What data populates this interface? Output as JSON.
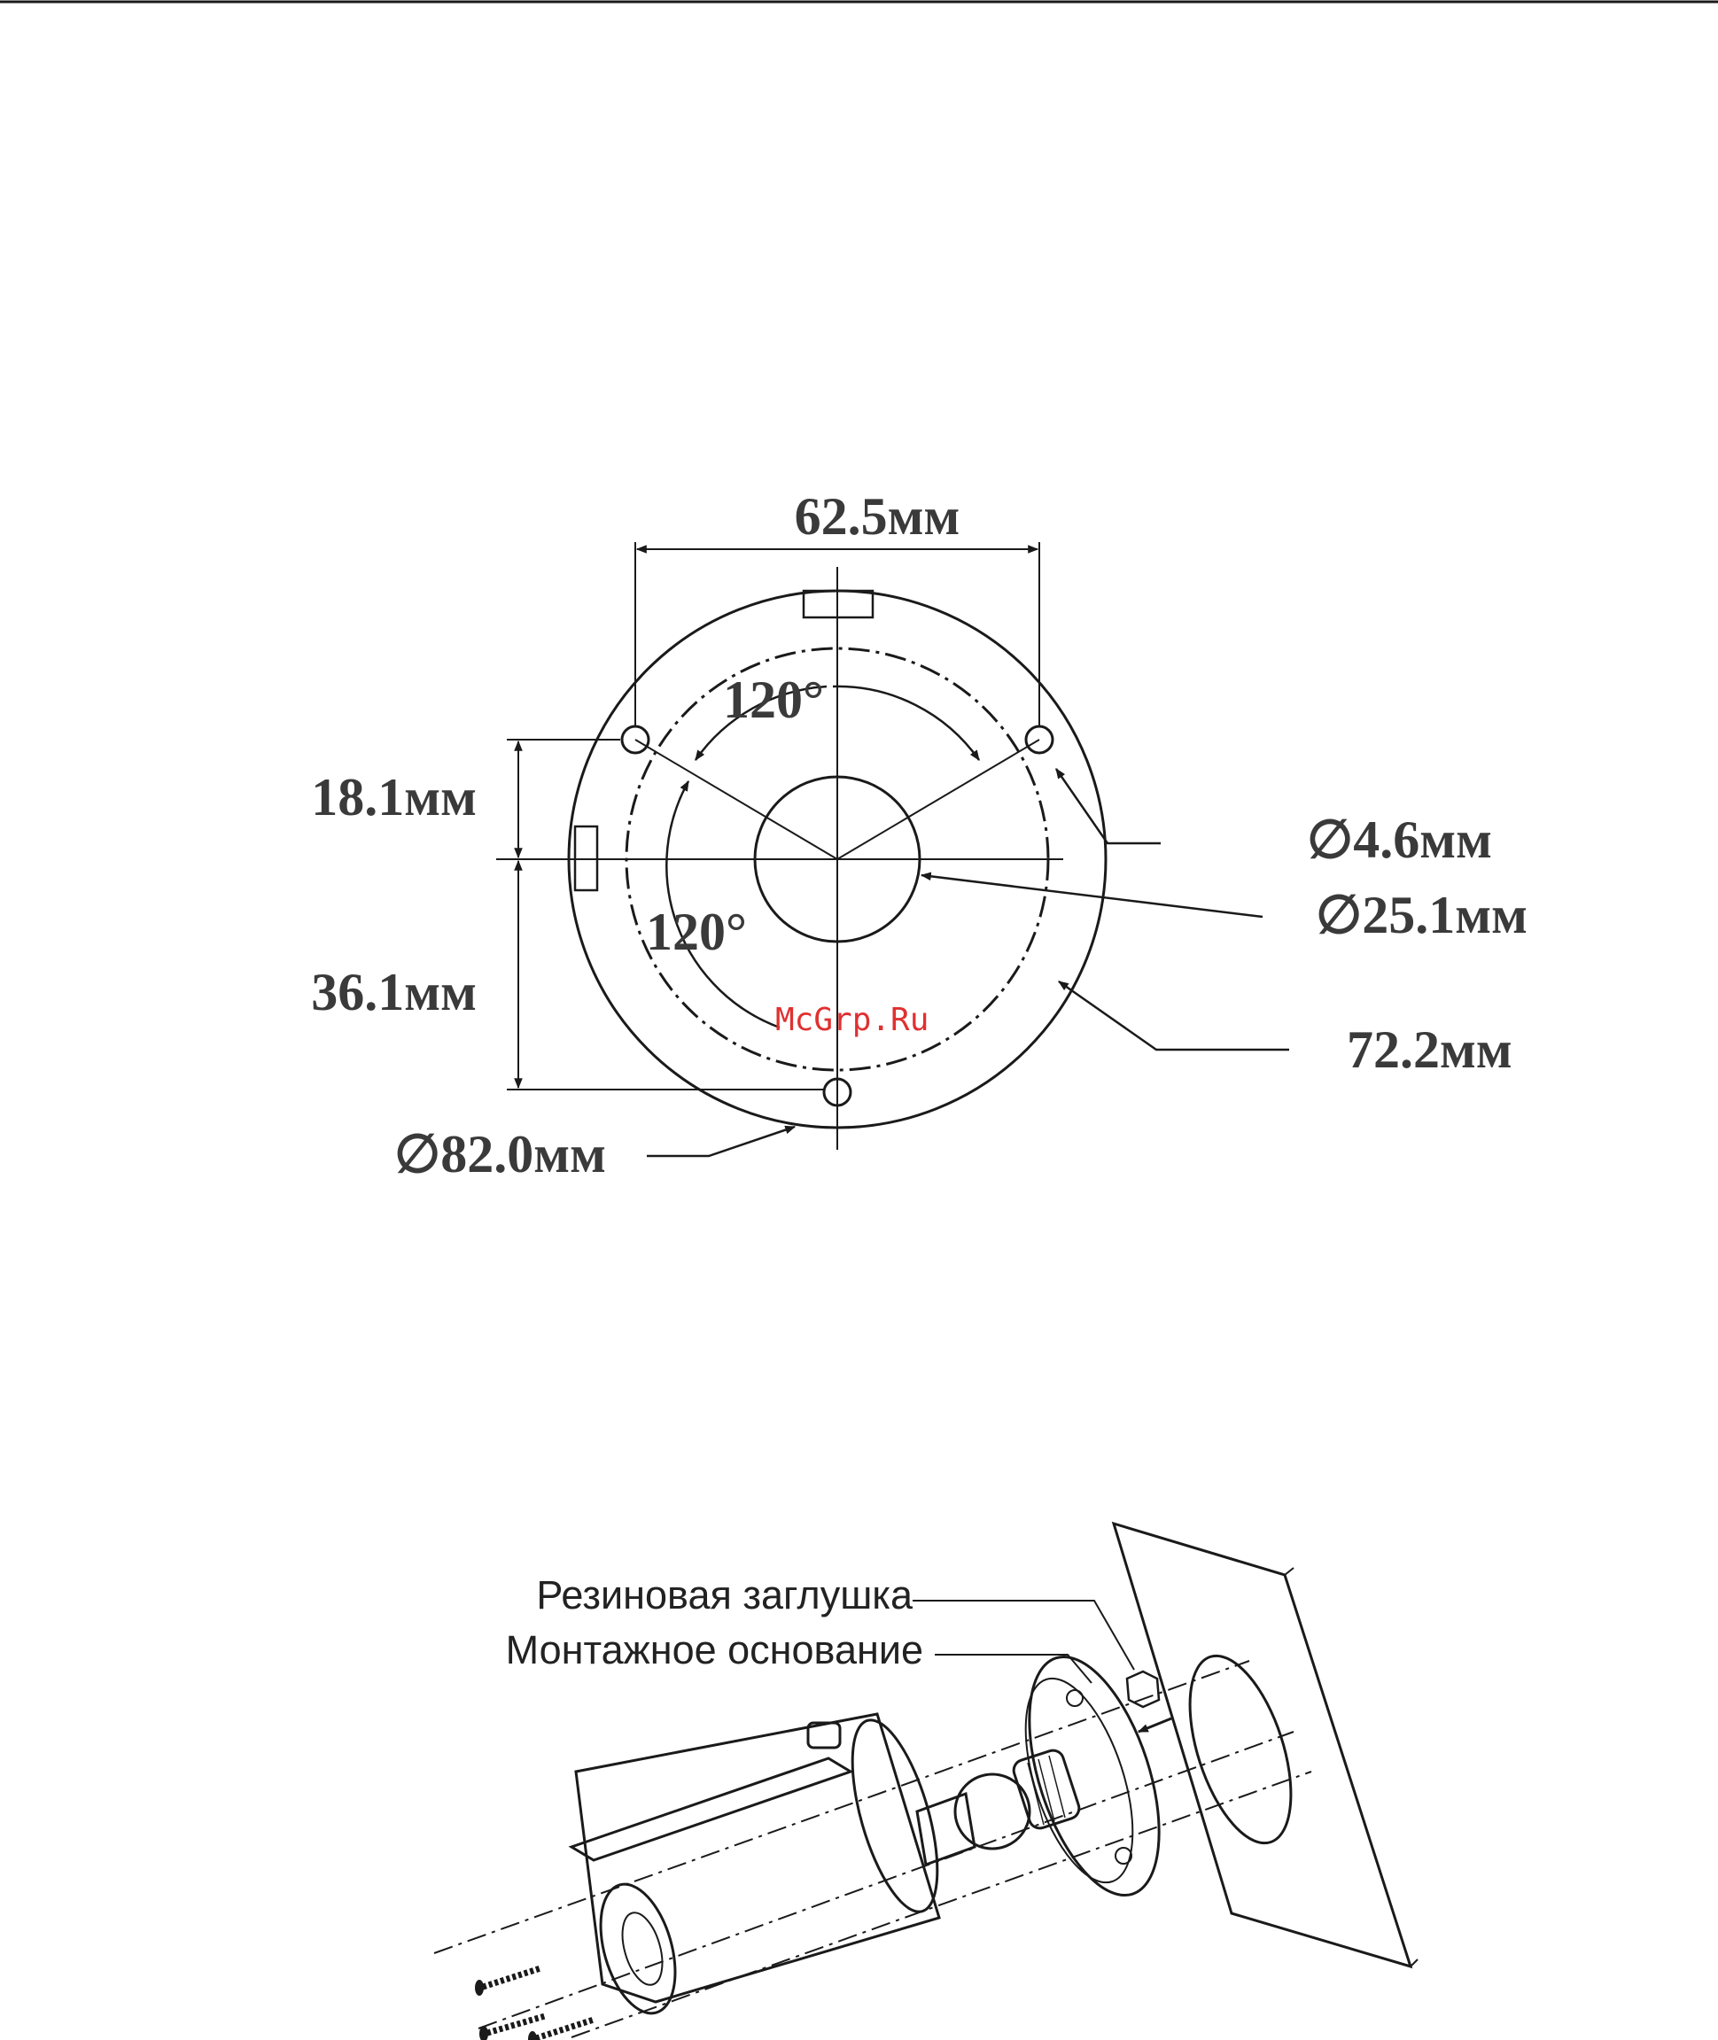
{
  "dimensions": {
    "width_top": "62.5мм",
    "offset_upper": "18.1мм",
    "offset_lower": "36.1мм",
    "angle_upper": "120°",
    "angle_lower": "120°",
    "screw_hole": "∅4.6мм",
    "center_hole": "∅25.1мм",
    "bolt_circle": "72.2мм",
    "base_diameter": "∅82.0мм"
  },
  "watermark": "McGrp.Ru",
  "install": {
    "rubber_plug": "Резиновая заглушка",
    "mount_base": "Монтажное основание"
  },
  "colors": {
    "line": "#1a1a1a",
    "dimension_text": "#3a3a3a",
    "watermark": "#e03030"
  }
}
